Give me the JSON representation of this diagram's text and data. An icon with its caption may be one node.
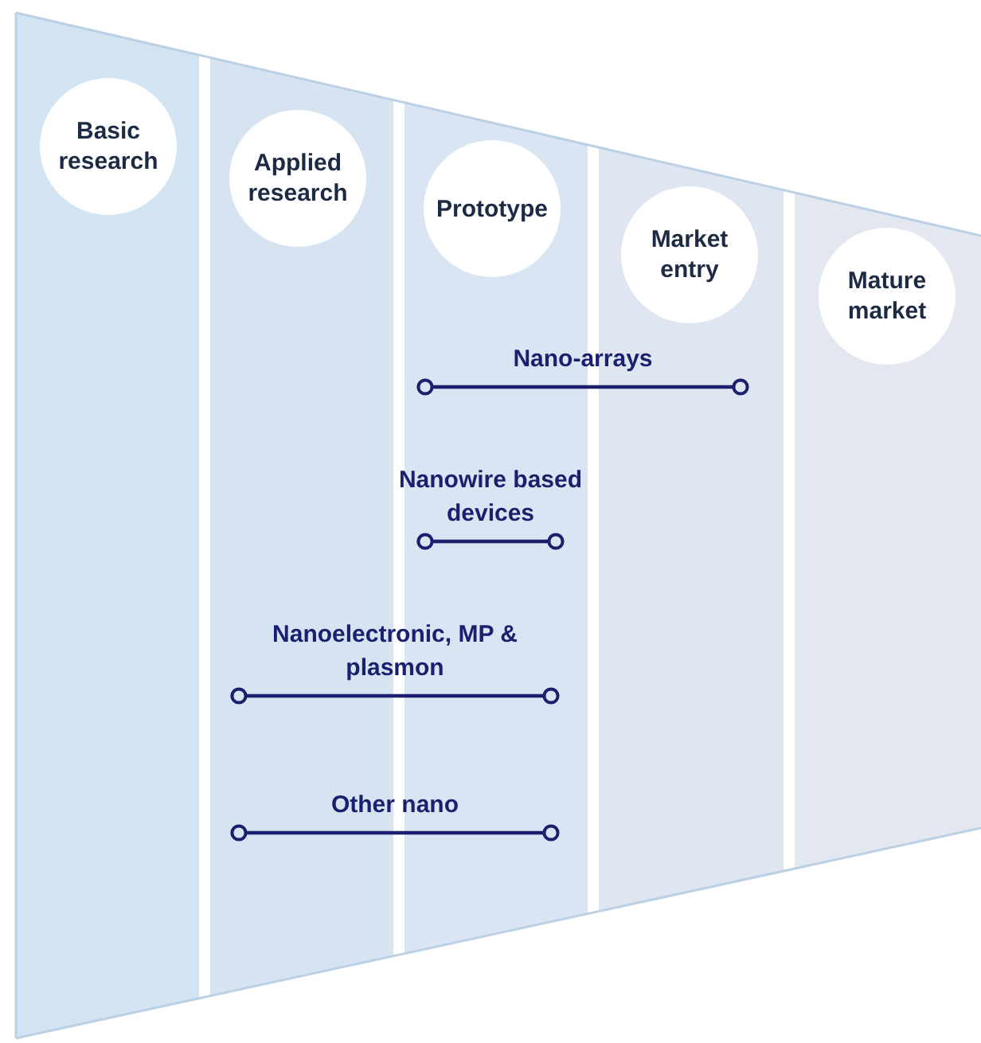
{
  "diagram": {
    "nodes": [
      {
        "text": [
          "Basic research"
        ]
      },
      {
        "text": [
          "Applied research"
        ]
      },
      {
        "text": [
          "Prototype"
        ]
      },
      {
        "text": [
          "Market entry"
        ]
      },
      {
        "text": [
          "Mature market"
        ]
      }
    ],
    "labels": [
      "Nano-arrays",
      "Nanowire based devices",
      "Nanoelectronic, MP & plasmon",
      "Other nano"
    ]
  }
}
